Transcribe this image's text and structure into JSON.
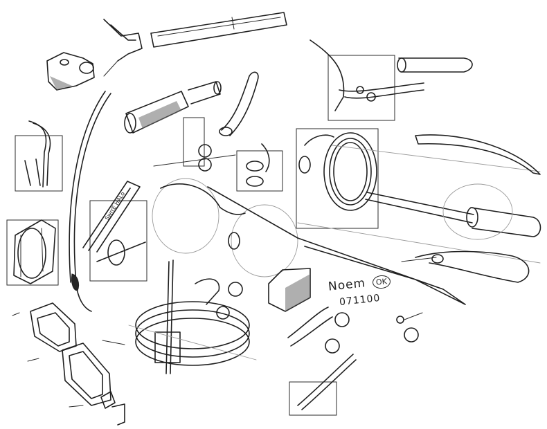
{
  "notes": {
    "name": "Noem",
    "ok": "OK",
    "date": "071100",
    "small_label": "SwrrE HALo"
  },
  "colors": {
    "paper": "#ffffff",
    "ink": "#1f1f1f",
    "faint_ink": "#9a9a9a"
  }
}
